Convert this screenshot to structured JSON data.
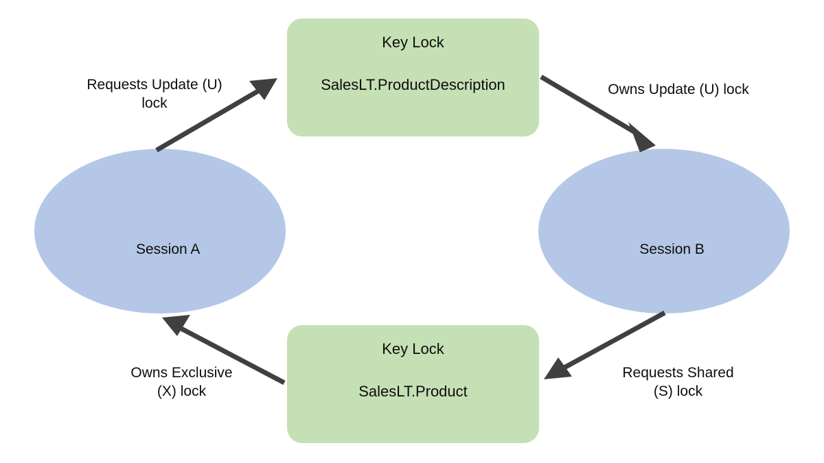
{
  "diagram": {
    "type": "deadlock-cycle-diagram",
    "background_color": "#FFFFFF",
    "palette": {
      "session_fill": "#B4C7E7",
      "resource_fill": "#C5E0B4",
      "arrow_color": "#404040",
      "text_color": "#0D0D0D"
    },
    "nodes": {
      "session_a": {
        "label": "Session A",
        "shape": "ellipse",
        "fill": "#B4C7E7"
      },
      "session_b": {
        "label": "Session B",
        "shape": "ellipse",
        "fill": "#B4C7E7"
      },
      "resource_top": {
        "title": "Key Lock",
        "name": "SalesLT.ProductDescription",
        "shape": "rounded-rectangle",
        "fill": "#C5E0B4"
      },
      "resource_bottom": {
        "title": "Key Lock",
        "name": "SalesLT.Product",
        "shape": "rounded-rectangle",
        "fill": "#C5E0B4"
      }
    },
    "edges": [
      {
        "id": "a-requests-top",
        "from": "session_a",
        "to": "resource_top",
        "label_line1": "Requests Update (U)",
        "label_line2": "lock",
        "direction": "up-right"
      },
      {
        "id": "top-owned-by-b",
        "from": "resource_top",
        "to": "session_b",
        "label_line1": "Owns Update (U) lock",
        "label_line2": "",
        "direction": "down-right"
      },
      {
        "id": "b-requests-bottom",
        "from": "session_b",
        "to": "resource_bottom",
        "label_line1": "Requests Shared",
        "label_line2": "(S) lock",
        "direction": "down-left"
      },
      {
        "id": "bottom-owned-by-a",
        "from": "resource_bottom",
        "to": "session_a",
        "label_line1": "Owns Exclusive",
        "label_line2": "(X) lock",
        "direction": "up-left"
      }
    ]
  }
}
